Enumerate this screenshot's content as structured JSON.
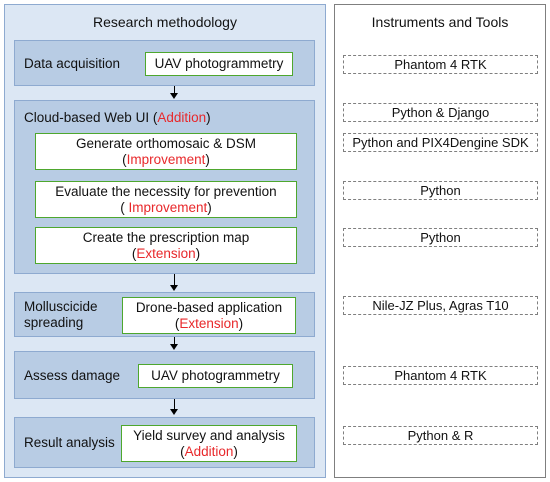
{
  "left_panel": {
    "title": "Research methodology"
  },
  "right_panel": {
    "title": "Instruments and Tools"
  },
  "stages": {
    "data_acquisition": {
      "label": "Data acquisition",
      "box": "UAV photogrammetry"
    },
    "cloud": {
      "label": "Cloud-based Web  UI",
      "tag_open": "(",
      "tag": "Addition",
      "tag_close": ")",
      "steps": [
        {
          "text": "Generate orthomosaic & DSM",
          "open": "(",
          "tag": "Improvement",
          "close": ")"
        },
        {
          "text": "Evaluate the necessity for prevention",
          "open": "( ",
          "tag": "Improvement",
          "close": ")"
        },
        {
          "text": "Create the prescription map",
          "open": "(",
          "tag": "Extension",
          "close": ")"
        }
      ]
    },
    "molluscicide": {
      "label_line1": "Molluscicide",
      "label_line2": "spreading",
      "box": "Drone-based  application",
      "open": "(",
      "tag": "Extension",
      "close": ")"
    },
    "assess": {
      "label": "Assess damage",
      "box": "UAV photogrammetry"
    },
    "result": {
      "label": "Result analysis",
      "box": "Yield survey and analysis",
      "open": "(",
      "tag": "Addition",
      "close": ")"
    }
  },
  "tools": [
    "Phantom 4 RTK",
    "Python & Django",
    "Python and PIX4Dengine SDK",
    "Python",
    "Python",
    "Nile-JZ Plus, Agras T10",
    "Phantom 4 RTK",
    "Python & R"
  ],
  "colors": {
    "stage_fill": "#b8cce4",
    "panel_fill": "#dce7f4",
    "box_border": "#4ea72e",
    "accent": "#e8282b"
  }
}
